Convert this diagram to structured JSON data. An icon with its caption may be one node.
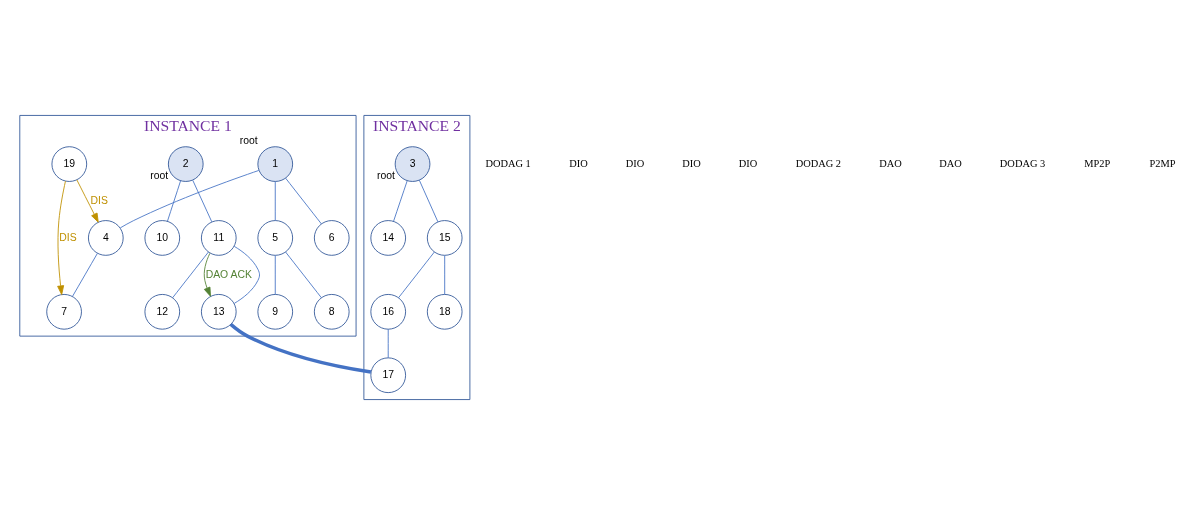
{
  "diagram": {
    "nodes": [
      {
        "text": [
          "INSTANCE 1"
        ]
      },
      {
        "text": [
          "INSTANCE 2"
        ]
      },
      {
        "text": [
          "1"
        ],
        "in": 0,
        "beside": [
          "root"
        ]
      },
      {
        "text": [
          "2"
        ],
        "in": 0,
        "beside": [
          "root"
        ]
      },
      {
        "text": [
          "3"
        ],
        "in": 1,
        "beside": [
          "root"
        ]
      },
      {
        "text": [
          "4"
        ],
        "in": 0
      },
      {
        "text": [
          "5"
        ],
        "in": 0
      },
      {
        "text": [
          "6"
        ],
        "in": 0
      },
      {
        "text": [
          "10"
        ],
        "in": 0
      },
      {
        "text": [
          "11"
        ],
        "in": 0
      },
      {
        "text": [
          "14"
        ],
        "in": 1
      },
      {
        "text": [
          "15"
        ],
        "in": 1
      },
      {
        "text": [
          "19"
        ],
        "in": 0
      },
      {
        "text": [
          "16"
        ],
        "in": 1
      },
      {
        "text": [
          "7"
        ],
        "in": 0
      },
      {
        "text": [
          "8"
        ],
        "in": 0
      },
      {
        "text": [
          "9"
        ],
        "in": 0
      },
      {
        "text": [
          "12"
        ],
        "in": 0
      },
      {
        "text": [
          "13"
        ],
        "in": 0
      },
      {
        "text": [
          "17"
        ],
        "in": 1
      },
      {
        "text": [
          "18"
        ],
        "in": 1
      }
    ],
    "edges": [
      {
        "from": 2,
        "to": 5,
        "arrow": "none"
      },
      {
        "from": 2,
        "to": 6,
        "arrow": "none"
      },
      {
        "from": 2,
        "to": 7,
        "arrow": "none"
      },
      {
        "from": 5,
        "to": 14,
        "arrow": "none"
      },
      {
        "from": 6,
        "to": 15,
        "arrow": "none"
      },
      {
        "from": 6,
        "to": 16,
        "arrow": "none"
      },
      {
        "from": 3,
        "to": 8,
        "arrow": "none"
      },
      {
        "from": 3,
        "to": 9,
        "arrow": "none"
      },
      {
        "from": 9,
        "to": 17,
        "arrow": "none"
      },
      {
        "from": 9,
        "to": 18,
        "arrow": "none"
      },
      {
        "from": 4,
        "to": 10,
        "arrow": "none"
      },
      {
        "from": 4,
        "to": 11,
        "arrow": "none"
      },
      {
        "from": 11,
        "to": 13,
        "arrow": "none"
      },
      {
        "from": 13,
        "to": 19,
        "arrow": "none"
      },
      {
        "from": 11,
        "to": 20,
        "arrow": "none"
      },
      {
        "from": 18,
        "to": 19,
        "arrow": "none",
        "style": "thick"
      },
      {
        "from": 9,
        "to": 18,
        "arrow": "to",
        "label": "DAO ACK",
        "color": "#548235"
      },
      {
        "from": 12,
        "to": 5,
        "arrow": "to",
        "label": "DIS",
        "color": "#bf9000"
      },
      {
        "from": 12,
        "to": 14,
        "arrow": "to",
        "label": "DIS",
        "color": "#bf9000"
      }
    ],
    "labels": [
      "DODAG 1",
      "DIO",
      "DIO",
      "DIO",
      "DIO",
      "DODAG 2",
      "DAO",
      "DAO",
      "DODAG 3",
      "MP2P",
      "P2MP"
    ]
  }
}
